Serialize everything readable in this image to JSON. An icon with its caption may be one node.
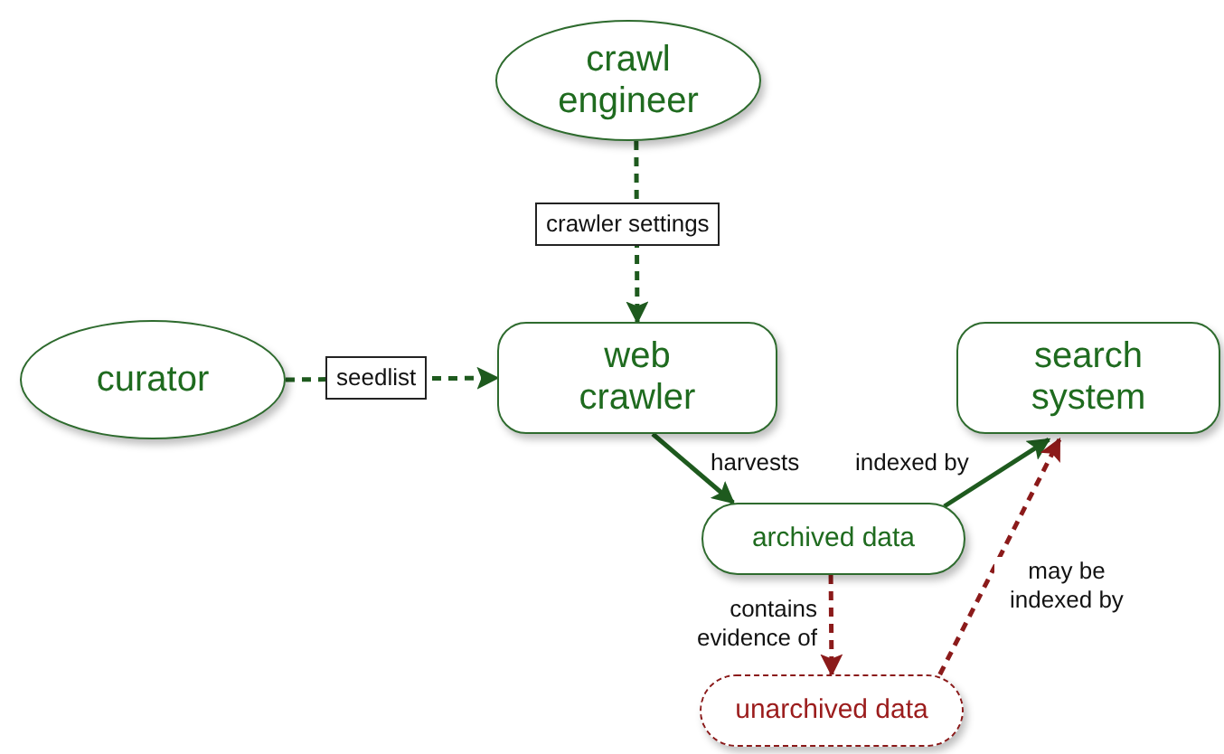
{
  "diagram": {
    "nodes": [
      {
        "text": [
          "crawl engineer"
        ]
      },
      {
        "text": [
          "curator"
        ]
      },
      {
        "text": [
          "web crawler"
        ]
      },
      {
        "text": [
          "search system"
        ]
      },
      {
        "text": [
          "archived data"
        ]
      },
      {
        "text": [
          "unarchived data"
        ]
      }
    ],
    "edges": [
      {
        "from": 0,
        "to": 2,
        "arrow": "to",
        "label": "crawler settings",
        "style": "dashed"
      },
      {
        "from": 1,
        "to": 2,
        "arrow": "to",
        "label": "seedlist",
        "style": "dashed"
      },
      {
        "from": 2,
        "to": 4,
        "arrow": "to",
        "label": "harvests"
      },
      {
        "from": 4,
        "to": 3,
        "arrow": "to",
        "label": "indexed by"
      },
      {
        "from": 4,
        "to": 5,
        "arrow": "to",
        "label": "contains evidence of",
        "style": "dashed",
        "color": "#8b1a1a"
      },
      {
        "from": 5,
        "to": 3,
        "arrow": "to",
        "label": "may be indexed by",
        "style": "dashed",
        "color": "#8b1a1a"
      }
    ]
  }
}
